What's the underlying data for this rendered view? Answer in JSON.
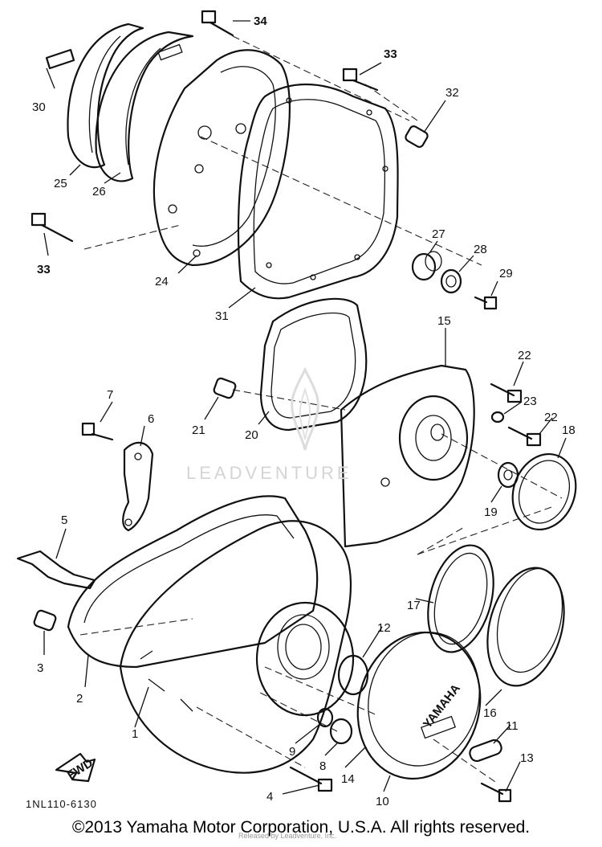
{
  "diagram": {
    "catalog_code": "1NL110-6130",
    "copyright": "©2013 Yamaha Motor Corporation, U.S.A. All rights reserved.",
    "released_note": "Released by Leadventure, Inc.",
    "watermark": "LEADVENTURE",
    "cover_logo": "YAMAHA",
    "fwd_label": "FWD",
    "callouts": [
      "1",
      "2",
      "3",
      "4",
      "5",
      "6",
      "7",
      "8",
      "9",
      "10",
      "11",
      "12",
      "13",
      "14",
      "15",
      "16",
      "17",
      "18",
      "19",
      "20",
      "21",
      "22",
      "22",
      "23",
      "24",
      "25",
      "26",
      "27",
      "28",
      "29",
      "30",
      "31",
      "32",
      "33",
      "33",
      "34"
    ]
  }
}
